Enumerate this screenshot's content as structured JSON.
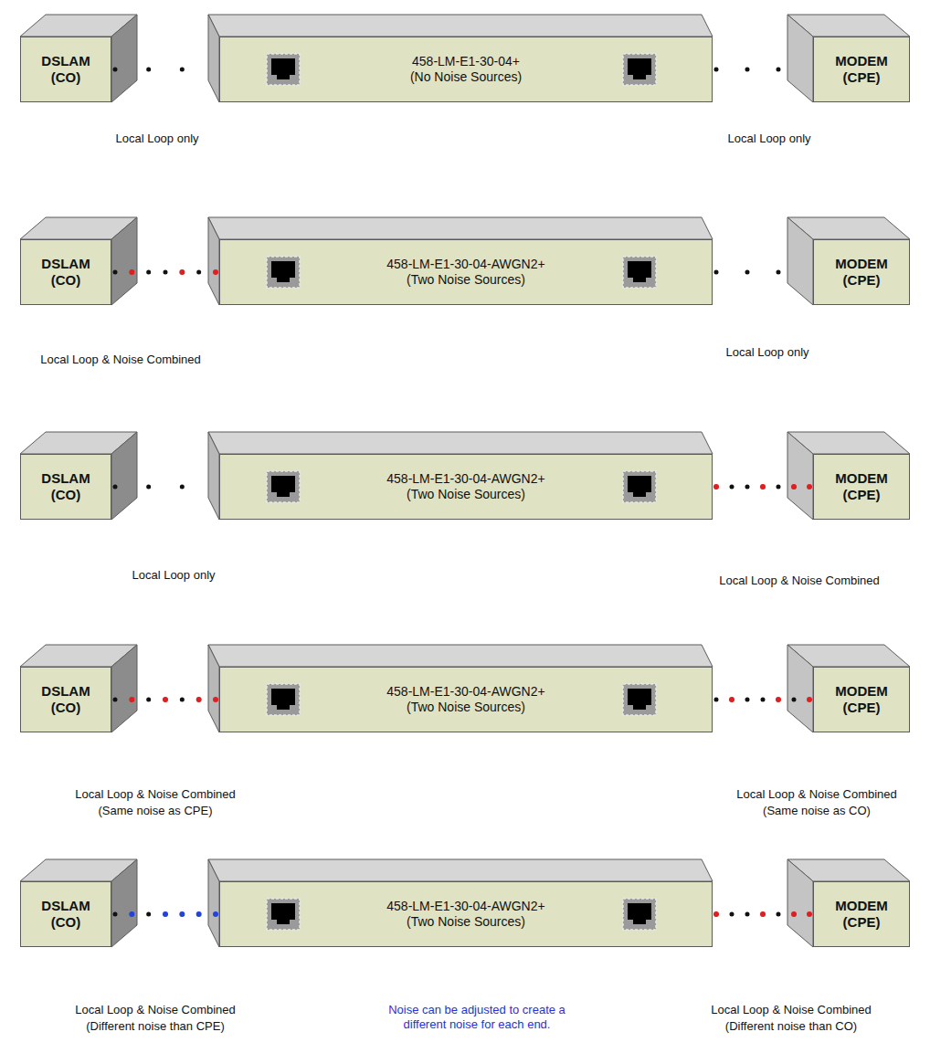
{
  "diagram": {
    "nodes": [
      {
        "text": [
          "DSLAM (CO)"
        ]
      },
      {
        "text": [
          "458-LM-E1-30-04+",
          "(No Noise Sources)"
        ]
      },
      {
        "text": [
          "MODEM (CPE)"
        ]
      },
      {
        "text": [
          "DSLAM (CO)"
        ]
      },
      {
        "text": [
          "458-LM-E1-30-04-AWGN2+",
          "(Two Noise Sources)"
        ]
      },
      {
        "text": [
          "MODEM (CPE)"
        ]
      },
      {
        "text": [
          "DSLAM (CO)"
        ]
      },
      {
        "text": [
          "458-LM-E1-30-04-AWGN2+",
          "(Two Noise Sources)"
        ]
      },
      {
        "text": [
          "MODEM (CPE)"
        ]
      },
      {
        "text": [
          "DSLAM (CO)"
        ]
      },
      {
        "text": [
          "458-LM-E1-30-04-AWGN2+",
          "(Two Noise Sources)"
        ]
      },
      {
        "text": [
          "MODEM (CPE)"
        ]
      },
      {
        "text": [
          "DSLAM (CO)"
        ]
      },
      {
        "text": [
          "458-LM-E1-30-04-AWGN2+",
          "(Two Noise Sources)"
        ]
      },
      {
        "text": [
          "MODEM (CPE)"
        ]
      }
    ],
    "edges": [
      {
        "from": 0,
        "to": 1,
        "arrow": "none"
      },
      {
        "from": 1,
        "to": 2,
        "arrow": "none"
      },
      {
        "from": 3,
        "to": 4,
        "arrow": "none"
      },
      {
        "from": 4,
        "to": 5,
        "arrow": "none"
      },
      {
        "from": 6,
        "to": 7,
        "arrow": "none"
      },
      {
        "from": 7,
        "to": 8,
        "arrow": "none"
      },
      {
        "from": 9,
        "to": 10,
        "arrow": "none"
      },
      {
        "from": 10,
        "to": 11,
        "arrow": "none"
      },
      {
        "from": 12,
        "to": 13,
        "arrow": "none"
      },
      {
        "from": 13,
        "to": 14,
        "arrow": "none"
      }
    ],
    "labels": [
      "Local Loop only",
      "Local Loop only",
      "Local Loop & Noise Combined",
      "Local Loop only",
      "Local Loop only",
      "Local Loop & Noise Combined",
      "Local Loop & Noise Combined",
      "(Same noise as CPE)",
      "Local Loop & Noise Combined",
      "(Same noise as CO)",
      "Local Loop & Noise Combined",
      "(Different noise than CPE)",
      "Noise can be adjusted to create a different noise for each end.",
      "Local Loop & Noise Combined",
      "(Different noise than CO)"
    ]
  }
}
